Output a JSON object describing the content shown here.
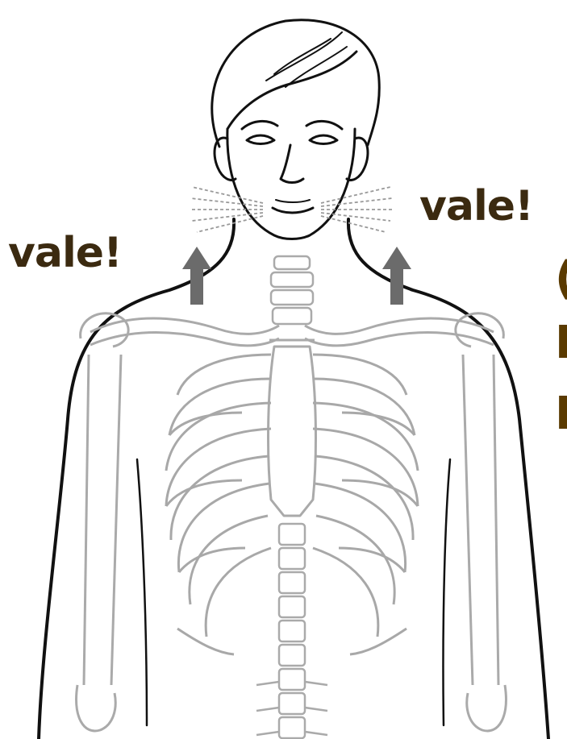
{
  "labels": {
    "left": "vale!",
    "right": "vale!"
  },
  "cropped_text": [
    "(",
    "I",
    "I"
  ],
  "colors": {
    "label": "#3b2a10",
    "cropped_text": "#5a3a00",
    "arrow": "#6b6b6b",
    "outline": "#111111",
    "bone": "#a8a8a8"
  },
  "icons": {
    "arrows": "up-arrow-icon",
    "breath": "breath-lines-icon"
  }
}
